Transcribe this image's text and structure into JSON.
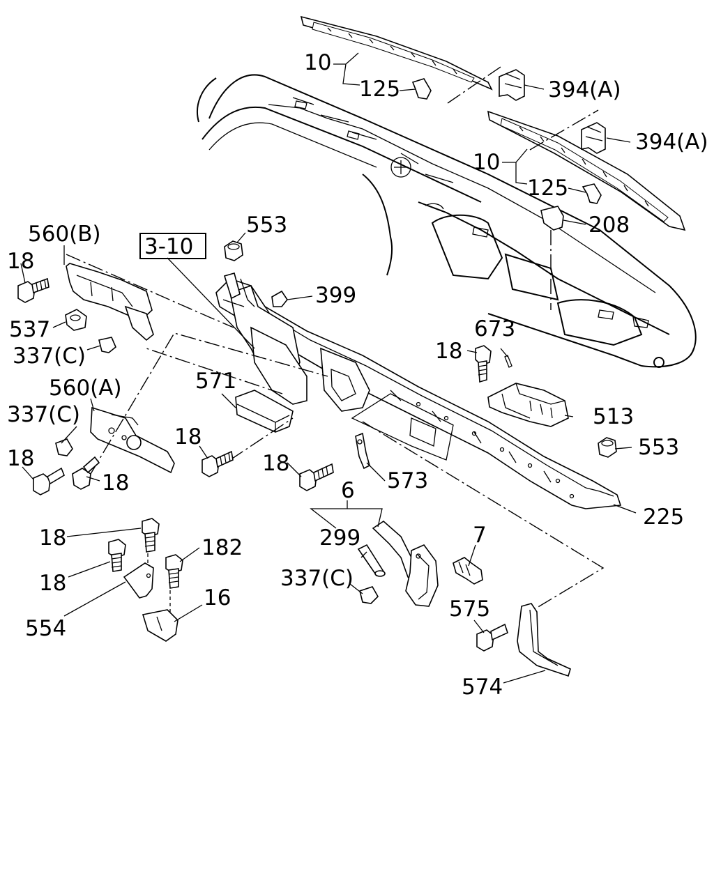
{
  "callouts": [
    {
      "key": "p10a",
      "text": "10"
    },
    {
      "key": "p125a",
      "text": "125"
    },
    {
      "key": "p394a",
      "text": "394(A)"
    },
    {
      "key": "p394b",
      "text": "394(A)"
    },
    {
      "key": "p10b",
      "text": "10"
    },
    {
      "key": "p125b",
      "text": "125"
    },
    {
      "key": "p208",
      "text": "208"
    },
    {
      "key": "p560b",
      "text": "560(B)"
    },
    {
      "key": "ref310",
      "text": "3-10"
    },
    {
      "key": "p553a",
      "text": "553"
    },
    {
      "key": "p18a",
      "text": "18"
    },
    {
      "key": "p399",
      "text": "399"
    },
    {
      "key": "p537",
      "text": "537"
    },
    {
      "key": "p337a",
      "text": "337(C)"
    },
    {
      "key": "p673",
      "text": "673"
    },
    {
      "key": "p18b",
      "text": "18"
    },
    {
      "key": "p560a",
      "text": "560(A)"
    },
    {
      "key": "p571",
      "text": "571"
    },
    {
      "key": "p337b",
      "text": "337(C)"
    },
    {
      "key": "p513",
      "text": "513"
    },
    {
      "key": "p18c",
      "text": "18"
    },
    {
      "key": "p553b",
      "text": "553"
    },
    {
      "key": "p18d",
      "text": "18"
    },
    {
      "key": "p18e",
      "text": "18"
    },
    {
      "key": "p18f",
      "text": "18"
    },
    {
      "key": "p573",
      "text": "573"
    },
    {
      "key": "p225",
      "text": "225"
    },
    {
      "key": "p6",
      "text": "6"
    },
    {
      "key": "p18g",
      "text": "18"
    },
    {
      "key": "p299",
      "text": "299"
    },
    {
      "key": "p7",
      "text": "7"
    },
    {
      "key": "p182",
      "text": "182"
    },
    {
      "key": "p18h",
      "text": "18"
    },
    {
      "key": "p337c",
      "text": "337(C)"
    },
    {
      "key": "p16",
      "text": "16"
    },
    {
      "key": "p575",
      "text": "575"
    },
    {
      "key": "p554",
      "text": "554"
    },
    {
      "key": "p574",
      "text": "574"
    }
  ]
}
